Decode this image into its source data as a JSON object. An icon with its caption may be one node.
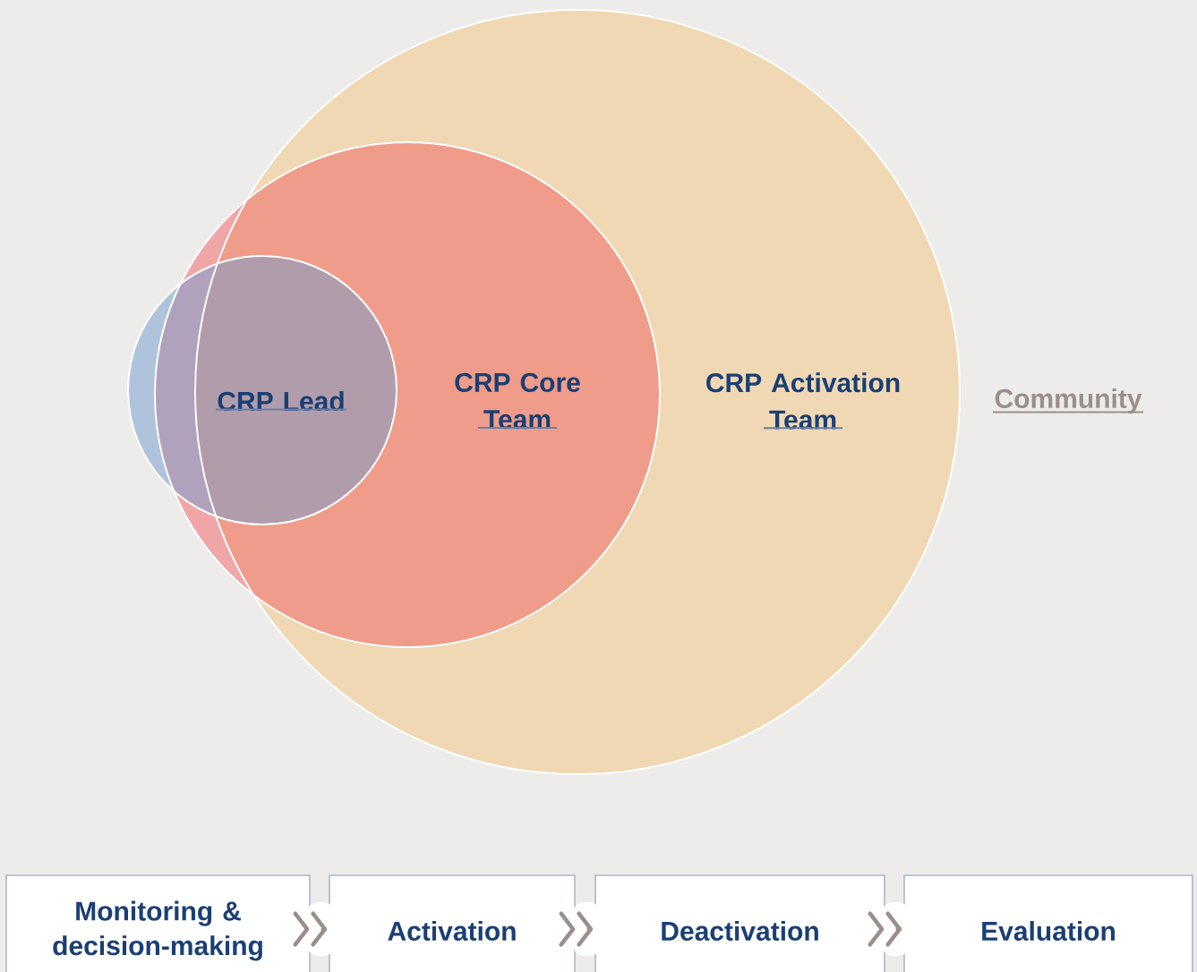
{
  "diagram": {
    "nodes": [
      {
        "text": [
          "CRP Activation Team"
        ]
      },
      {
        "text": [
          "CRP Core Team"
        ]
      },
      {
        "text": [
          "CRP Lead"
        ]
      },
      {
        "text": [
          "Monitoring & decision-making"
        ]
      },
      {
        "text": [
          "Activation"
        ]
      },
      {
        "text": [
          "Deactivation"
        ]
      },
      {
        "text": [
          "Evaluation"
        ]
      }
    ],
    "edges": [
      {
        "from": 3,
        "to": 4,
        "arrow": "to"
      },
      {
        "from": 4,
        "to": 5,
        "arrow": "to"
      },
      {
        "from": 5,
        "to": 6,
        "arrow": "to"
      }
    ],
    "labels": [
      "Community"
    ]
  }
}
